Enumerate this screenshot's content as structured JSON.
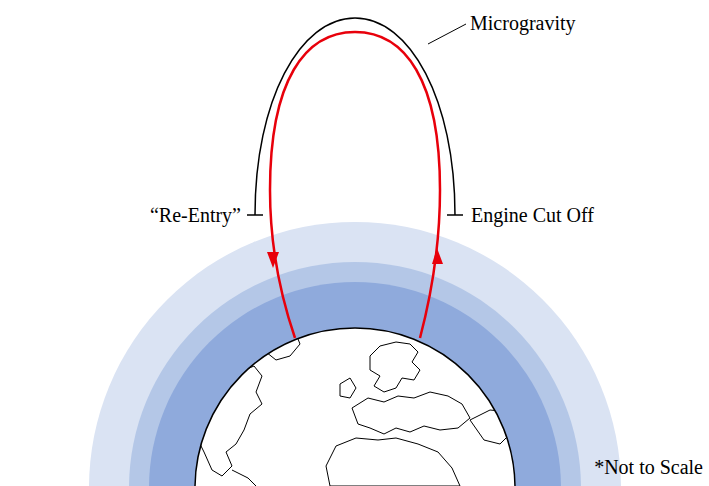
{
  "diagram": {
    "labels": [
      "Microgravity",
      "“Re-Entry”",
      "Engine Cut Off",
      "*Not to Scale"
    ]
  }
}
